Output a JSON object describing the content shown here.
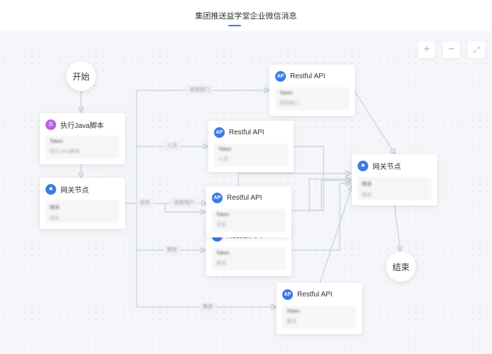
{
  "header": {
    "title": "集团推送益学堂企业微信消息"
  },
  "toolbar": {
    "zoom_in": "+",
    "zoom_out": "−",
    "fit": "⤢"
  },
  "nodes": {
    "start": "开始",
    "end": "结束",
    "java": {
      "title": "执行Java脚本",
      "line1": "Token",
      "line2": "执行Java脚本"
    },
    "gw1": {
      "title": "网关节点",
      "line1": "网关",
      "line2": "网关"
    },
    "gw2": {
      "title": "网关节点",
      "line1": "网关",
      "line2": "网关"
    },
    "api1": {
      "title": "Restful API",
      "line1": "Token",
      "line2": "获取部门"
    },
    "api2": {
      "title": "Restful API",
      "line1": "Token",
      "line2": "人员"
    },
    "api3": {
      "title": "Restful API",
      "line1": "Token",
      "line2": "消息"
    },
    "api4": {
      "title": "Restful API",
      "line1": "Token",
      "line2": "推送"
    },
    "api5": {
      "title": "Restful API",
      "line1": "Token",
      "line2": "推送"
    }
  },
  "edge_labels": [
    "获取部门",
    "人员",
    "条件",
    "获取用户",
    "推送",
    "推送"
  ]
}
